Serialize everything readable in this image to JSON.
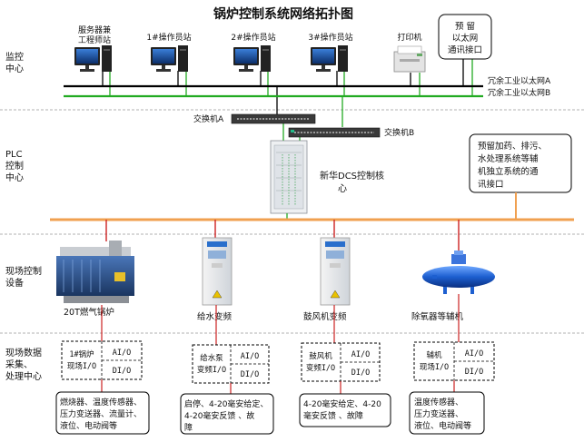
{
  "title": "锅炉控制系统网络拓扑图",
  "zones": {
    "monitor": [
      "监控",
      "中心"
    ],
    "plc": [
      "PLC",
      "控制",
      "中心"
    ],
    "field": [
      "现场控制",
      "设备"
    ],
    "data": [
      "现场数据",
      "采集、",
      "处理中心"
    ]
  },
  "stations": {
    "server": [
      "服务器兼",
      "工程师站"
    ],
    "op1": "1#操作员站",
    "op2": "2#操作员站",
    "op3": "3#操作员站",
    "printer": "打印机"
  },
  "reserve_ethernet": [
    "预  留",
    "以太网",
    "通讯接口"
  ],
  "networks": {
    "net_a": "冗余工业以太网A",
    "net_b": "冗余工业以太网B"
  },
  "switches": {
    "a": "交换机A",
    "b": "交换机B"
  },
  "dcs": [
    "新华DCS控制核",
    "心"
  ],
  "reserve_aux": [
    "预留加药、排污、",
    "水处理系统等辅",
    "机独立系统的通",
    "讯接口"
  ],
  "devices": {
    "boiler": "20T燃气锅炉",
    "feed_vfd": "给水变频",
    "fan_vfd": "鼓风机变频",
    "deaerator": "除氧器等辅机"
  },
  "io_boxes": [
    {
      "name": [
        "1#锅炉",
        "现场I/O"
      ],
      "ai": "AI/O",
      "di": "DI/O"
    },
    {
      "name": [
        "给水泵",
        "变频I/O"
      ],
      "ai": "AI/O",
      "di": "DI/O"
    },
    {
      "name": [
        "鼓风机",
        "变频I/O"
      ],
      "ai": "AI/O",
      "di": "DI/O"
    },
    {
      "name": [
        "辅机",
        "现场I/O"
      ],
      "ai": "AI/O",
      "di": "DI/O"
    }
  ],
  "signal_boxes": [
    [
      "燃烧器、温度传感器、",
      "压力变送器、流量计、",
      "液位、电动阀等"
    ],
    [
      "启停、4-20毫安给定、",
      "4-20毫安反馈 、故",
      "障"
    ],
    [
      "4-20毫安给定、4-20",
      "毫安反馈 、故障"
    ],
    [
      "温度传感器、",
      "压力变送器、",
      "液位、电动阀等"
    ]
  ],
  "colors": {
    "ethernet_a": "#000000",
    "ethernet_b": "#22aa22",
    "fieldbus": "#f0a050",
    "io_link": "#cc2222"
  }
}
